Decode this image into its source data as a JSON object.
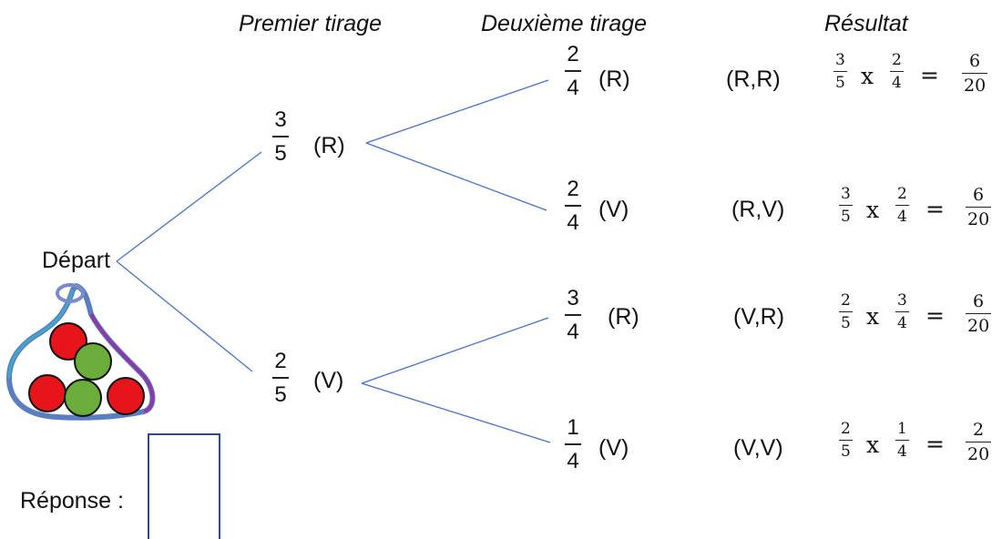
{
  "headers": {
    "first": "Premier tirage",
    "second": "Deuxième tirage",
    "result": "Résultat"
  },
  "start_label": "Départ",
  "answer_label": "Réponse :",
  "first_draw": [
    {
      "num": "3",
      "den": "5",
      "label": "(R)"
    },
    {
      "num": "2",
      "den": "5",
      "label": "(V)"
    }
  ],
  "second_draw": [
    {
      "num": "2",
      "den": "4",
      "label": "(R)"
    },
    {
      "num": "2",
      "den": "4",
      "label": "(V)"
    },
    {
      "num": "3",
      "den": "4",
      "label": "(R)"
    },
    {
      "num": "1",
      "den": "4",
      "label": "(V)"
    }
  ],
  "outcomes": [
    {
      "pair": "(R,R)",
      "a_num": "3",
      "a_den": "5",
      "times": "x",
      "b_num": "2",
      "b_den": "4",
      "eq": "=",
      "r_num": "6",
      "r_den": "20"
    },
    {
      "pair": "(R,V)",
      "a_num": "3",
      "a_den": "5",
      "times": "x",
      "b_num": "2",
      "b_den": "4",
      "eq": "=",
      "r_num": "6",
      "r_den": "20"
    },
    {
      "pair": "(V,R)",
      "a_num": "2",
      "a_den": "5",
      "times": "x",
      "b_num": "3",
      "b_den": "4",
      "eq": "=",
      "r_num": "6",
      "r_den": "20"
    },
    {
      "pair": "(V,V)",
      "a_num": "2",
      "a_den": "5",
      "times": "x",
      "b_num": "1",
      "b_den": "4",
      "eq": "=",
      "r_num": "2",
      "r_den": "20"
    }
  ],
  "colors": {
    "branch": "#4a72c4",
    "red_ball": "#e8141b",
    "green_ball": "#6aad3a",
    "bag_outline": "#5a7ec0",
    "answer_box": "#2f4b8a"
  }
}
